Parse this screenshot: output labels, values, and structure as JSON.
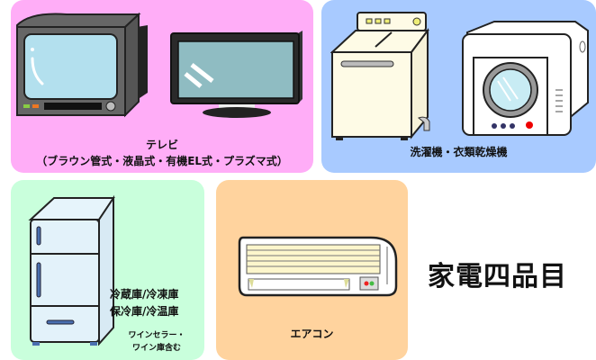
{
  "title": "家電四品目",
  "panels": {
    "tv": {
      "label": "テレビ",
      "sublabel": "（ブラウン管式・液晶式・有機EL式・プラズマ式）",
      "color": "#ffadf7"
    },
    "washer": {
      "label": "洗濯機・衣類乾燥機",
      "color": "#a8caff"
    },
    "fridge": {
      "label_line1": "冷蔵庫/冷凍庫",
      "label_line2": "保冷庫/冷温庫",
      "note_line1": "ワインセラー・",
      "note_line2": "ワイン庫含む",
      "color": "#c9ffdc"
    },
    "aircon": {
      "label": "エアコン",
      "color": "#ffd39e"
    }
  }
}
